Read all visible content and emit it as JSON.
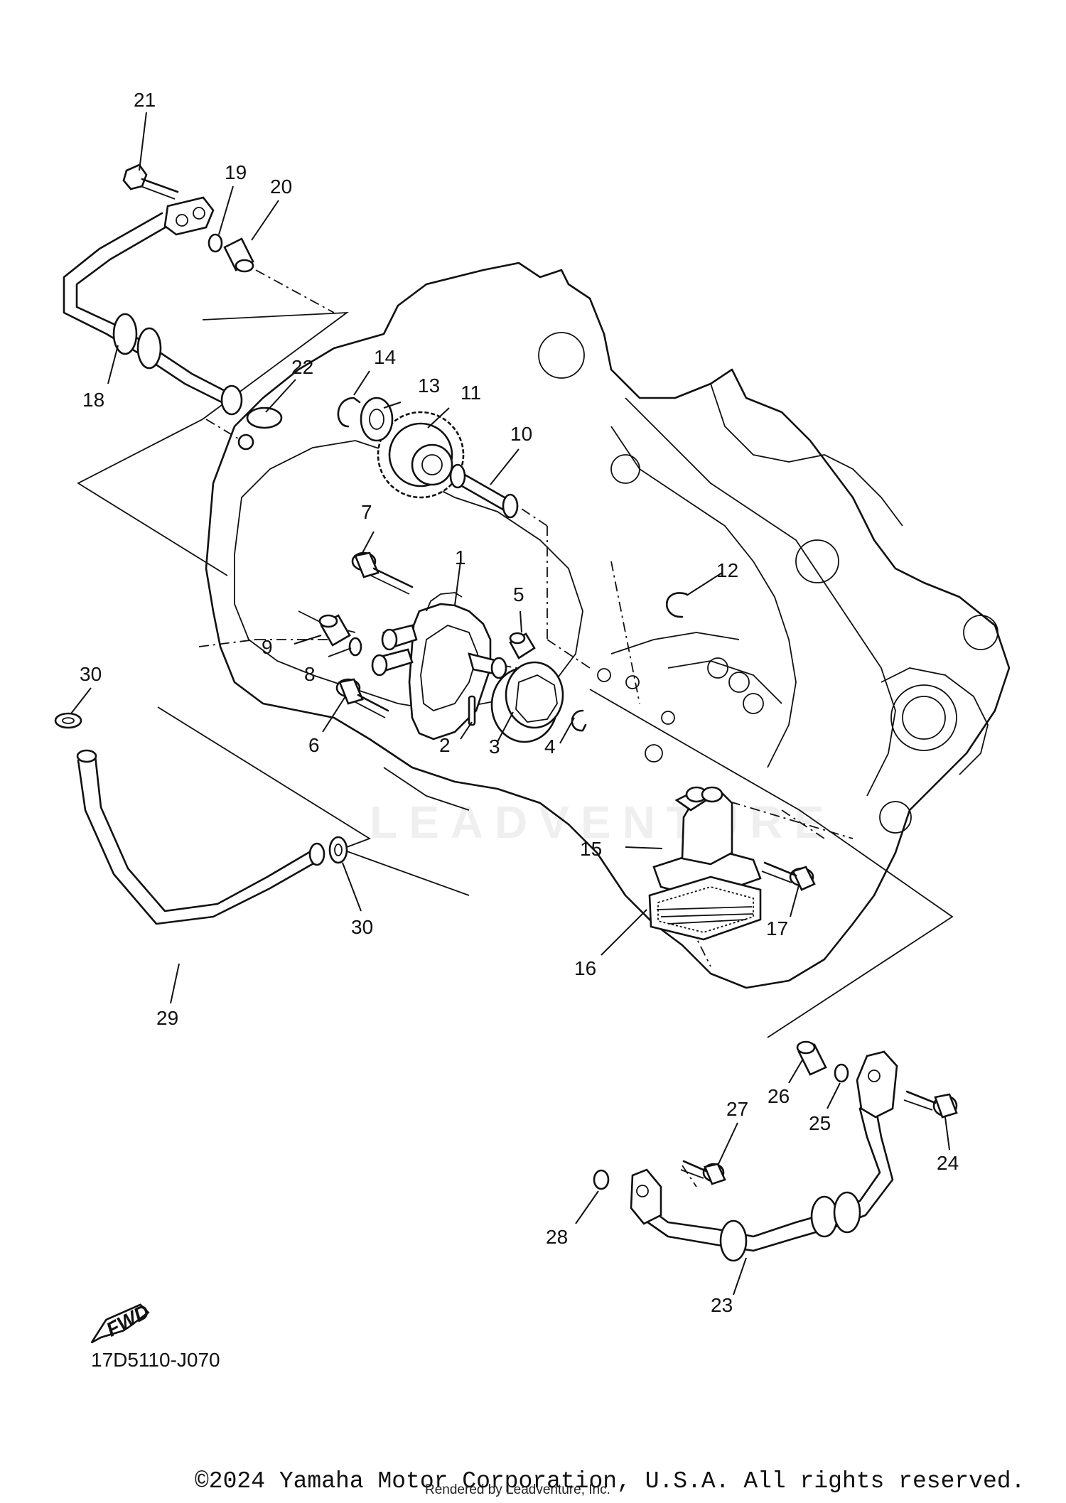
{
  "diagram": {
    "code": "17D5110-J070",
    "copyright": "©2024 Yamaha Motor Corporation, U.S.A. All rights reserved.",
    "rendered_by": "Rendered by Leadventure, Inc.",
    "watermark": "LEADVENTURE",
    "fwd_label": "FWD"
  },
  "callouts": [
    "1",
    "2",
    "3",
    "4",
    "5",
    "6",
    "7",
    "8",
    "9",
    "10",
    "11",
    "12",
    "13",
    "14",
    "15",
    "16",
    "17",
    "18",
    "19",
    "20",
    "21",
    "22",
    "23",
    "24",
    "25",
    "26",
    "27",
    "28",
    "29",
    "30",
    "30"
  ]
}
